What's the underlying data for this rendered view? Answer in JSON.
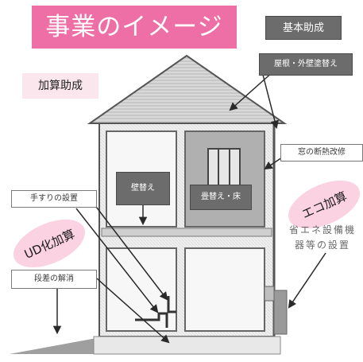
{
  "title": "事業のイメージ",
  "labels": {
    "kihon_josei": "基本助成",
    "kasan_josei": "加算助成",
    "roof_wall": "屋根・外壁塗替え",
    "window_insulation": "窓の断熱改修",
    "handrail": "手すりの設置",
    "step_removal": "段差の解消",
    "ud_kasan": "UD化加算",
    "eco_kasan": "エコ加算",
    "energy_saving": "省エネ設備機器等の設置",
    "room_left": "壁替え",
    "room_right": "畳替え・床"
  },
  "colors": {
    "title_bg": "#ee6fa6",
    "oval_pink": "#fbd2e1",
    "kasan_bg": "#fce6ee",
    "dark_tag": "#6c6c6c"
  }
}
